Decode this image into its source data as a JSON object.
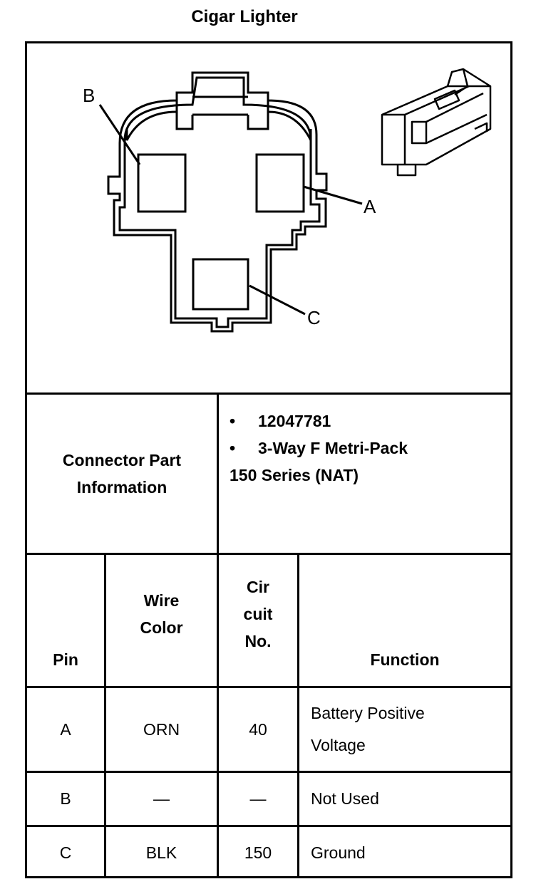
{
  "title": "Cigar Lighter",
  "diagram": {
    "pin_labels": [
      "B",
      "A",
      "C"
    ]
  },
  "connector": {
    "heading_line1": "Connector Part",
    "heading_line2": "Information",
    "part_number": "12047781",
    "part_desc_line1": "3-Way F Metri-Pack",
    "part_desc_line2": "150 Series (NAT)",
    "bullet": "•"
  },
  "table": {
    "headers": {
      "pin": "Pin",
      "wire_line1": "Wire",
      "wire_line2": "Color",
      "circuit_line1": "Cir",
      "circuit_line2": "cuit",
      "circuit_line3": "No.",
      "function": "Function"
    },
    "rows": [
      {
        "pin": "A",
        "wire": "ORN",
        "circuit": "40",
        "function_line1": "Battery Positive",
        "function_line2": "Voltage"
      },
      {
        "pin": "B",
        "wire": "—",
        "circuit": "—",
        "function_line1": "Not Used",
        "function_line2": ""
      },
      {
        "pin": "C",
        "wire": "BLK",
        "circuit": "150",
        "function_line1": "Ground",
        "function_line2": ""
      }
    ]
  }
}
